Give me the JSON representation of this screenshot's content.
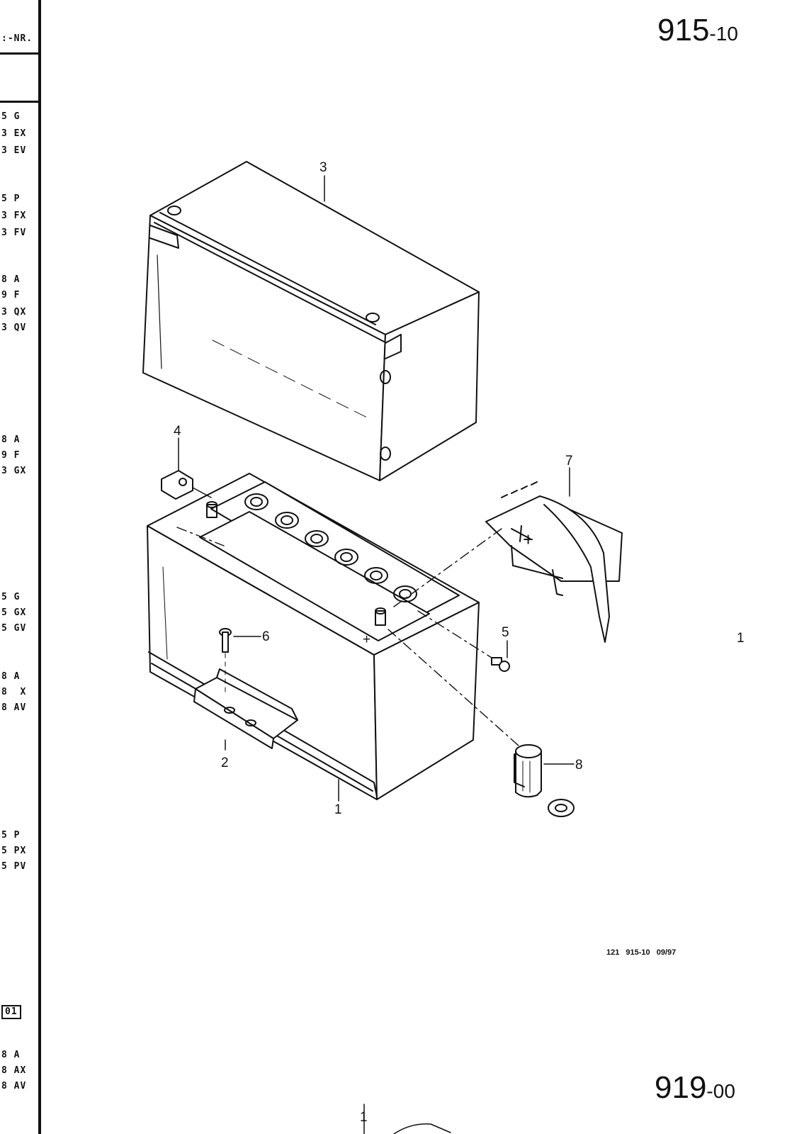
{
  "page": {
    "top_code": {
      "main": "915",
      "sub": "-10"
    },
    "bottom_code": {
      "main": "919",
      "sub": "-00"
    },
    "reference": "121 915-10 09/97"
  },
  "margin": {
    "header": ":-NR.",
    "codes": [
      "5 G",
      "3 EX",
      "3 EV",
      "5 P",
      "3 FX",
      "3 FV",
      "8 A",
      "9 F",
      "3 QX",
      "3 QV",
      "8 A",
      "9 F",
      "3 GX",
      "5 G",
      "5 GX",
      "5 GV",
      "8 A",
      "8  X",
      "8 AV",
      "5 P",
      "5 PX",
      "5 PV",
      "8 A",
      "8 AX",
      "8 AV"
    ],
    "box_label": "01"
  },
  "callouts": {
    "c1": "1",
    "c2": "2",
    "c3": "3",
    "c4": "4",
    "c5": "5",
    "c6": "6",
    "c7": "7",
    "c8": "8",
    "plus_a": "+",
    "plus_b": "+",
    "right_mark": "1",
    "bottom_mark": "1"
  }
}
